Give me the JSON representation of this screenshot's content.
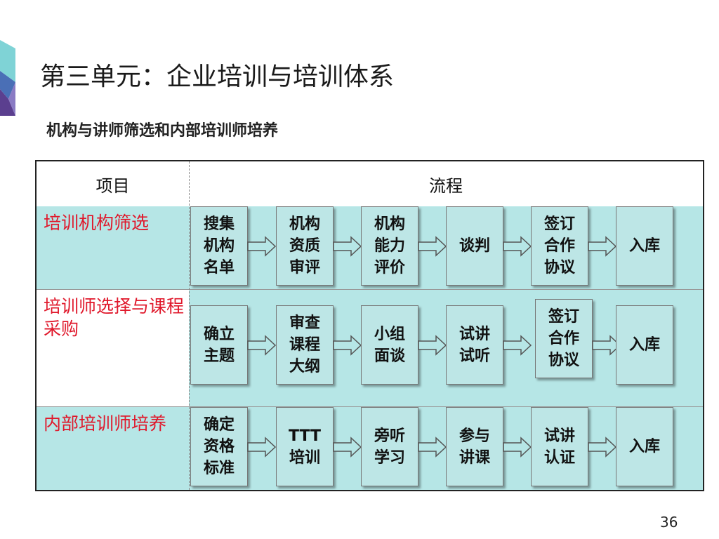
{
  "slide": {
    "title": "第三单元：企业培训与培训体系",
    "subtitle": "机构与讲师筛选和内部培训师培养",
    "page_number": "36"
  },
  "table": {
    "header": {
      "item": "项目",
      "flow": "流程"
    },
    "rows": [
      {
        "label": "培训机构筛选",
        "steps": [
          "搜集\n机构\n名单",
          "机构\n资质\n审评",
          "机构\n能力\n评价",
          "谈判",
          "签订\n合作\n协议",
          "入库"
        ]
      },
      {
        "label": "培训师选择与课程采购",
        "steps": [
          "确立\n主题",
          "审查\n课程\n大纲",
          "小组\n面谈",
          "试讲\n试听",
          "签订\n合作\n协议",
          "入库"
        ]
      },
      {
        "label": "内部培训师培养",
        "steps": [
          "确定\n资格\n标准",
          "TTT\n培训",
          "旁听\n学习",
          "参与\n讲课",
          "试讲\n认证",
          "入库"
        ]
      }
    ]
  },
  "colors": {
    "row_fill": "#b6e6e6",
    "step_fill": "#bde6e6",
    "label_red": "#e0182b"
  }
}
